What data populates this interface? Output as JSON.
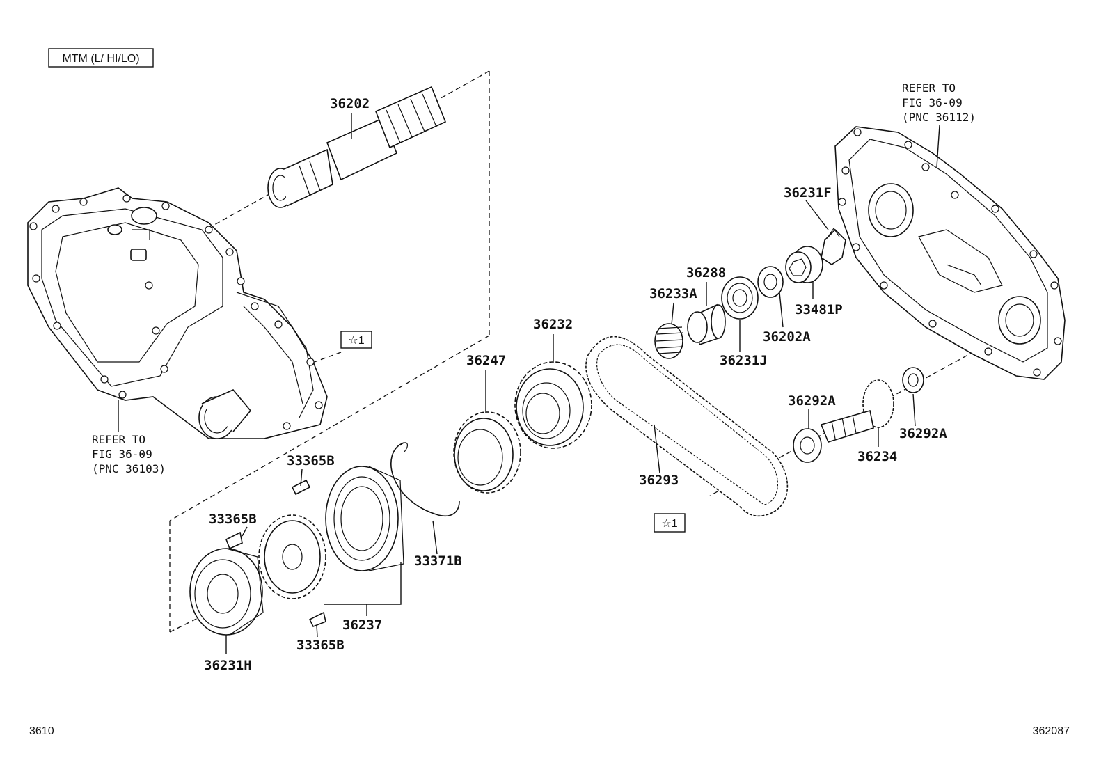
{
  "header": {
    "badge": "MTM (L/ HI/LO)"
  },
  "refs": {
    "left": {
      "line1": "REFER TO",
      "line2": "FIG 36-09",
      "line3": "(PNC 36103)"
    },
    "right": {
      "line1": "REFER TO",
      "line2": "FIG 36-09",
      "line3": "(PNC 36112)"
    }
  },
  "markers": {
    "star1_a": "☆1",
    "star1_b": "☆1"
  },
  "parts": {
    "p36202": "36202",
    "p36231F": "36231F",
    "p36288": "36288",
    "p36233A": "36233A",
    "p33481P": "33481P",
    "p36202A": "36202A",
    "p36231J": "36231J",
    "p36232": "36232",
    "p36247": "36247",
    "p36293": "36293",
    "p36292A_a": "36292A",
    "p36292A_b": "36292A",
    "p36234": "36234",
    "p33365B_a": "33365B",
    "p33365B_b": "33365B",
    "p33365B_c": "33365B",
    "p33371B": "33371B",
    "p36237": "36237",
    "p36231H": "36231H"
  },
  "footer": {
    "left_code": "3610",
    "right_code": "362087"
  }
}
